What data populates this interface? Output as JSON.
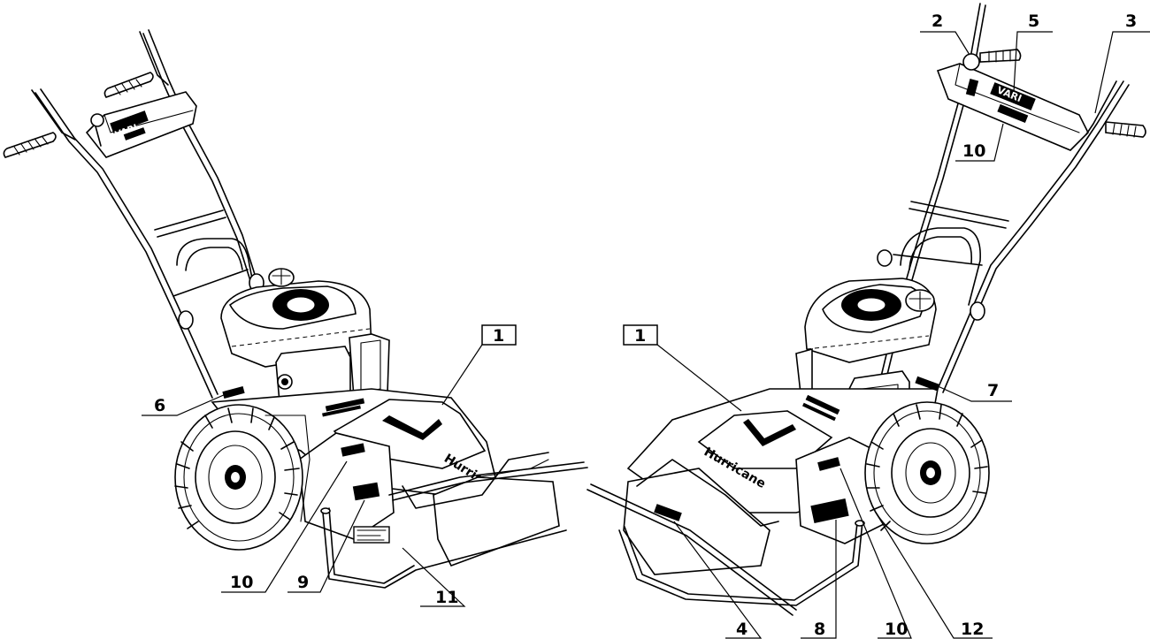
{
  "left_view": {
    "brand_logo": "VARI",
    "deck_label": "Hurricane",
    "callouts": {
      "c1": "1",
      "c6": "6",
      "c10": "10",
      "c9": "9",
      "c11": "11"
    }
  },
  "right_view": {
    "brand_logo": "VARI",
    "deck_label": "Hurricane",
    "callouts": {
      "c1": "1",
      "c2": "2",
      "c5": "5",
      "c3": "3",
      "c10a": "10",
      "c7": "7",
      "c4": "4",
      "c8": "8",
      "c10b": "10",
      "c12": "12"
    }
  },
  "colors": {
    "line": "#000000",
    "background": "#ffffff"
  }
}
